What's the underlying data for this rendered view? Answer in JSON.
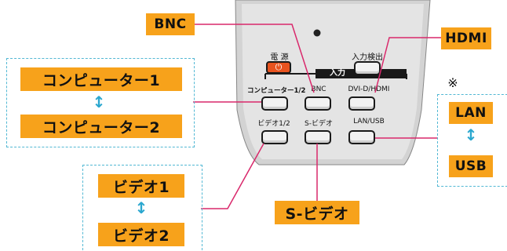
{
  "callouts": {
    "bnc": "BNC",
    "hdmi": "HDMI",
    "computer1": "コンピューター1",
    "computer2": "コンピューター2",
    "video1": "ビデオ1",
    "video2": "ビデオ2",
    "svideo": "S-ビデオ",
    "lan": "LAN",
    "usb": "USB",
    "note_mark": "※"
  },
  "remote": {
    "power": "電 源",
    "input_detect": "入力検出",
    "input_band": "入力",
    "computer12": "コンピューター1/2",
    "bnc": "BNC",
    "dvi_hdmi": "DVI-D/HDMI",
    "video12": "ビデオ1/2",
    "svideo": "S-ビデオ",
    "lan_usb": "LAN/USB"
  },
  "colors": {
    "callout_bg": "#f7a21b",
    "leader_line": "#d9286b",
    "dashed_border": "#52b8d4",
    "arrow": "#2aa7cf",
    "power_button": "#e8531f"
  },
  "icons": {
    "swap": "up-down-arrow-icon",
    "power": "power-icon"
  }
}
